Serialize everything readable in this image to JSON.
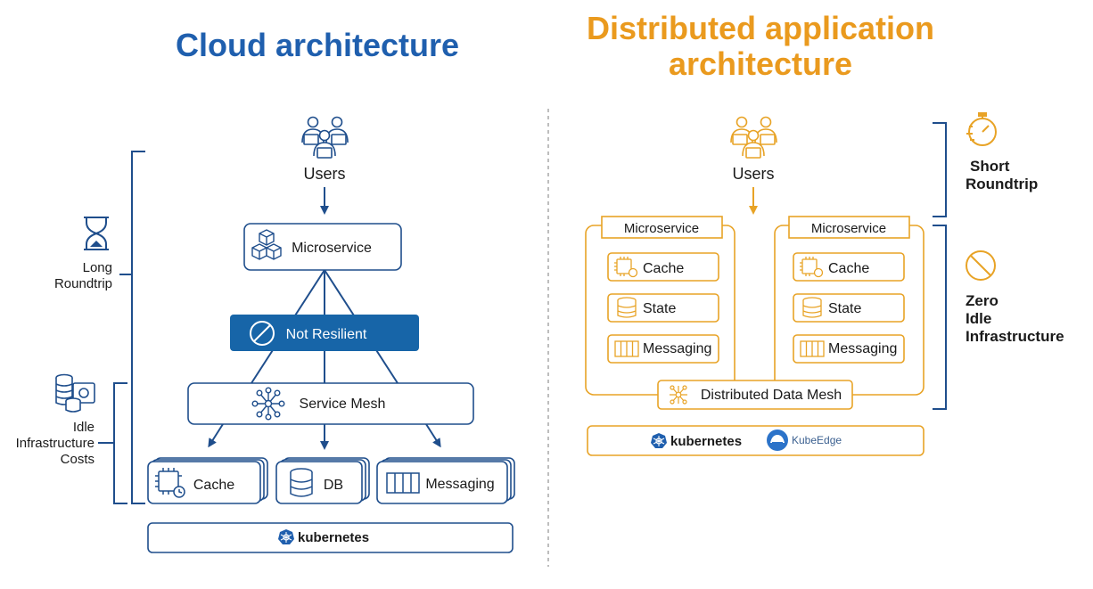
{
  "colors": {
    "blue": "#1f4e8c",
    "blue_fill": "#1765a8",
    "title_blue": "#1f5fae",
    "orange": "#e8a326",
    "title_orange": "#ea9a1e",
    "dark": "#1a1a1a",
    "divider": "#9a9a9a"
  },
  "cloud": {
    "title": "Cloud architecture",
    "users_label": "Users",
    "microservice_label": "Microservice",
    "not_resilient_label": "Not Resilient",
    "service_mesh_label": "Service Mesh",
    "cache_label": "Cache",
    "db_label": "DB",
    "messaging_label": "Messaging",
    "kubernetes_label": "kubernetes",
    "long_roundtrip": [
      "Long",
      "Roundtrip"
    ],
    "idle_costs": [
      "Idle",
      "Infrastructure",
      "Costs"
    ],
    "icons": [
      "users-icon",
      "hourglass-icon",
      "coins-icon",
      "cubes-icon",
      "block-icon",
      "mesh-icon",
      "chip-clock-icon",
      "database-icon",
      "queue-icon",
      "kubernetes-icon"
    ]
  },
  "distributed": {
    "title_line1": "Distributed application",
    "title_line2": "architecture",
    "users_label": "Users",
    "microservice_left": "Microservice",
    "microservice_right": "Microservice",
    "cache_label": "Cache",
    "state_label": "State",
    "messaging_label": "Messaging",
    "data_mesh_label": "Distributed Data Mesh",
    "kubernetes_label": "kubernetes",
    "kubeedge_label": "KubeEdge",
    "short_roundtrip": [
      "Short",
      "Roundtrip"
    ],
    "zero_idle": [
      "Zero",
      "Idle",
      "Infrastructure"
    ],
    "icons": [
      "users-icon",
      "stopwatch-icon",
      "block-icon",
      "chip-clock-icon",
      "database-icon",
      "queue-icon",
      "mesh-icon",
      "kubernetes-icon",
      "kubeedge-icon"
    ]
  }
}
